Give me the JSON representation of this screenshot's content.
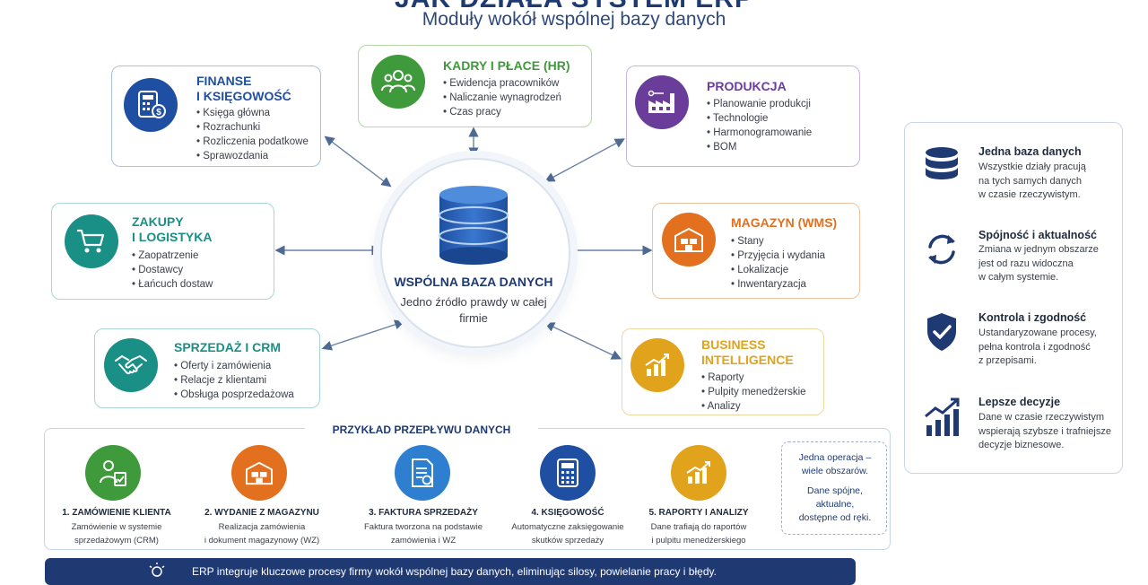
{
  "header": {
    "title": "JAK DZIAŁA SYSTEM ERP",
    "subtitle": "Moduły wokół wspólnej bazy danych"
  },
  "center": {
    "title": "WSPÓLNA BAZA DANYCH",
    "subtitle": "Jedno źródło prawdy w całej firmie"
  },
  "modules": {
    "finanse": {
      "title_line1": "FINANSE",
      "title_line2": "I KSIĘGOWOŚĆ",
      "items": [
        "Księga główna",
        "Rozrachunki",
        "Rozliczenia podatkowe",
        "Sprawozdania"
      ],
      "color": "#1f4fa3"
    },
    "kadry": {
      "title": "KADRY I PŁACE (HR)",
      "items": [
        "Ewidencja pracowników",
        "Naliczanie wynagrodzeń",
        "Czas pracy"
      ],
      "color": "#3f9a3b"
    },
    "produkcja": {
      "title": "PRODUKCJA",
      "items": [
        "Planowanie produkcji",
        "Technologie",
        "Harmonogramowanie",
        "BOM"
      ],
      "color": "#6a3d9a"
    },
    "zakupy": {
      "title_line1": "ZAKUPY",
      "title_line2": "I LOGISTYKA",
      "items": [
        "Zaopatrzenie",
        "Dostawcy",
        "Łańcuch dostaw"
      ],
      "color": "#1a8f86"
    },
    "magazyn": {
      "title": "MAGAZYN (WMS)",
      "items": [
        "Stany",
        "Przyjęcia i wydania",
        "Lokalizacje",
        "Inwentaryzacja"
      ],
      "color": "#e2701f"
    },
    "sprzedaz": {
      "title": "SPRZEDAŻ I CRM",
      "items": [
        "Oferty i zamówienia",
        "Relacje z klientami",
        "Obsługa posprzedażowa"
      ],
      "color": "#1a8f86"
    },
    "bi": {
      "title_line1": "BUSINESS",
      "title_line2": "INTELLIGENCE",
      "items": [
        "Raporty",
        "Pulpity menedżerskie",
        "Analizy"
      ],
      "color": "#e1a31c"
    }
  },
  "benefits": [
    {
      "title": "Jedna baza danych",
      "text": [
        "Wszystkie działy pracują",
        "na tych samych danych",
        "w czasie rzeczywistym."
      ],
      "icon": "database-icon"
    },
    {
      "title": "Spójność i aktualność",
      "text": [
        "Zmiana w jednym obszarze",
        "jest od razu widoczna",
        "w całym systemie."
      ],
      "icon": "sync-icon"
    },
    {
      "title": "Kontrola i zgodność",
      "text": [
        "Ustandaryzowane procesy,",
        "pełna kontrola i zgodność",
        "z przepisami."
      ],
      "icon": "shield-check-icon"
    },
    {
      "title": "Lepsze decyzje",
      "text": [
        "Dane w czasie rzeczywistym",
        "wspierają szybsze i trafniejsze",
        "decyzje biznesowe."
      ],
      "icon": "chart-up-icon"
    }
  ],
  "flow": {
    "title": "PRZYKŁAD PRZEPŁYWU DANYCH",
    "steps": [
      {
        "title": "1. ZAMÓWIENIE KLIENTA",
        "desc": [
          "Zamówienie w systemie",
          "sprzedażowym (CRM)"
        ],
        "color": "#3f9a3b"
      },
      {
        "title": "2. WYDANIE Z MAGAZYNU",
        "desc": [
          "Realizacja zamówienia",
          "i dokument magazynowy (WZ)"
        ],
        "color": "#e2701f"
      },
      {
        "title": "3. FAKTURA SPRZEDAŻY",
        "desc": [
          "Faktura tworzona na podstawie",
          "zamówienia i WZ"
        ],
        "color": "#2f7fd0"
      },
      {
        "title": "4. KSIĘGOWOŚĆ",
        "desc": [
          "Automatyczne zaksięgowanie",
          "skutków sprzedaży"
        ],
        "color": "#1f4fa3"
      },
      {
        "title": "5. RAPORTY I ANALIZY",
        "desc": [
          "Dane trafiają do raportów",
          "i pulpitu menedżerskiego"
        ],
        "color": "#e1a31c"
      }
    ],
    "note": {
      "line1": "Jedna operacja –",
      "line2": "wiele obszarów.",
      "line3": "Dane spójne,",
      "line4": "aktualne,",
      "line5": "dostępne od ręki."
    }
  },
  "footer": {
    "text": "ERP integruje kluczowe procesy firmy wokół wspólnej bazy danych, eliminując silosy, powielanie pracy i błędy."
  }
}
